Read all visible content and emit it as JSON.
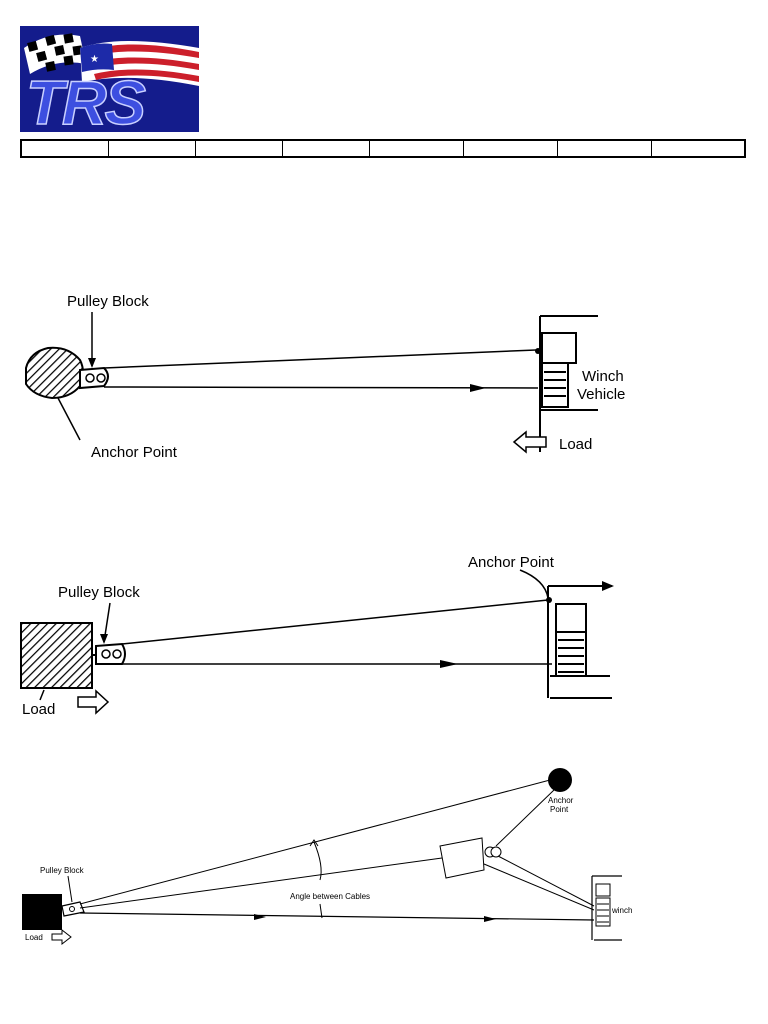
{
  "logo": {
    "text": "TRS",
    "colors": {
      "background": "#141c8c",
      "flag_red": "#cc1f2b",
      "flag_white": "#ffffff",
      "letters": "#3d4fe0"
    }
  },
  "header_table": {
    "cells": [
      "",
      "",
      "",
      "",
      "",
      "",
      "",
      ""
    ]
  },
  "diagram1": {
    "pulley_label": "Pulley Block",
    "anchor_label": "Anchor Point",
    "winch_label_line1": "Winch",
    "winch_label_line2": "Vehicle",
    "load_label": "Load"
  },
  "diagram2": {
    "pulley_label": "Pulley Block",
    "anchor_label": "Anchor Point",
    "load_label": "Load"
  },
  "diagram3": {
    "pulley_label": "Pulley Block",
    "anchor_label_line1": "Anchor",
    "anchor_label_line2": "Point",
    "angle_label": "Angle between Cables",
    "winch_label": "winch",
    "load_label": "Load"
  }
}
